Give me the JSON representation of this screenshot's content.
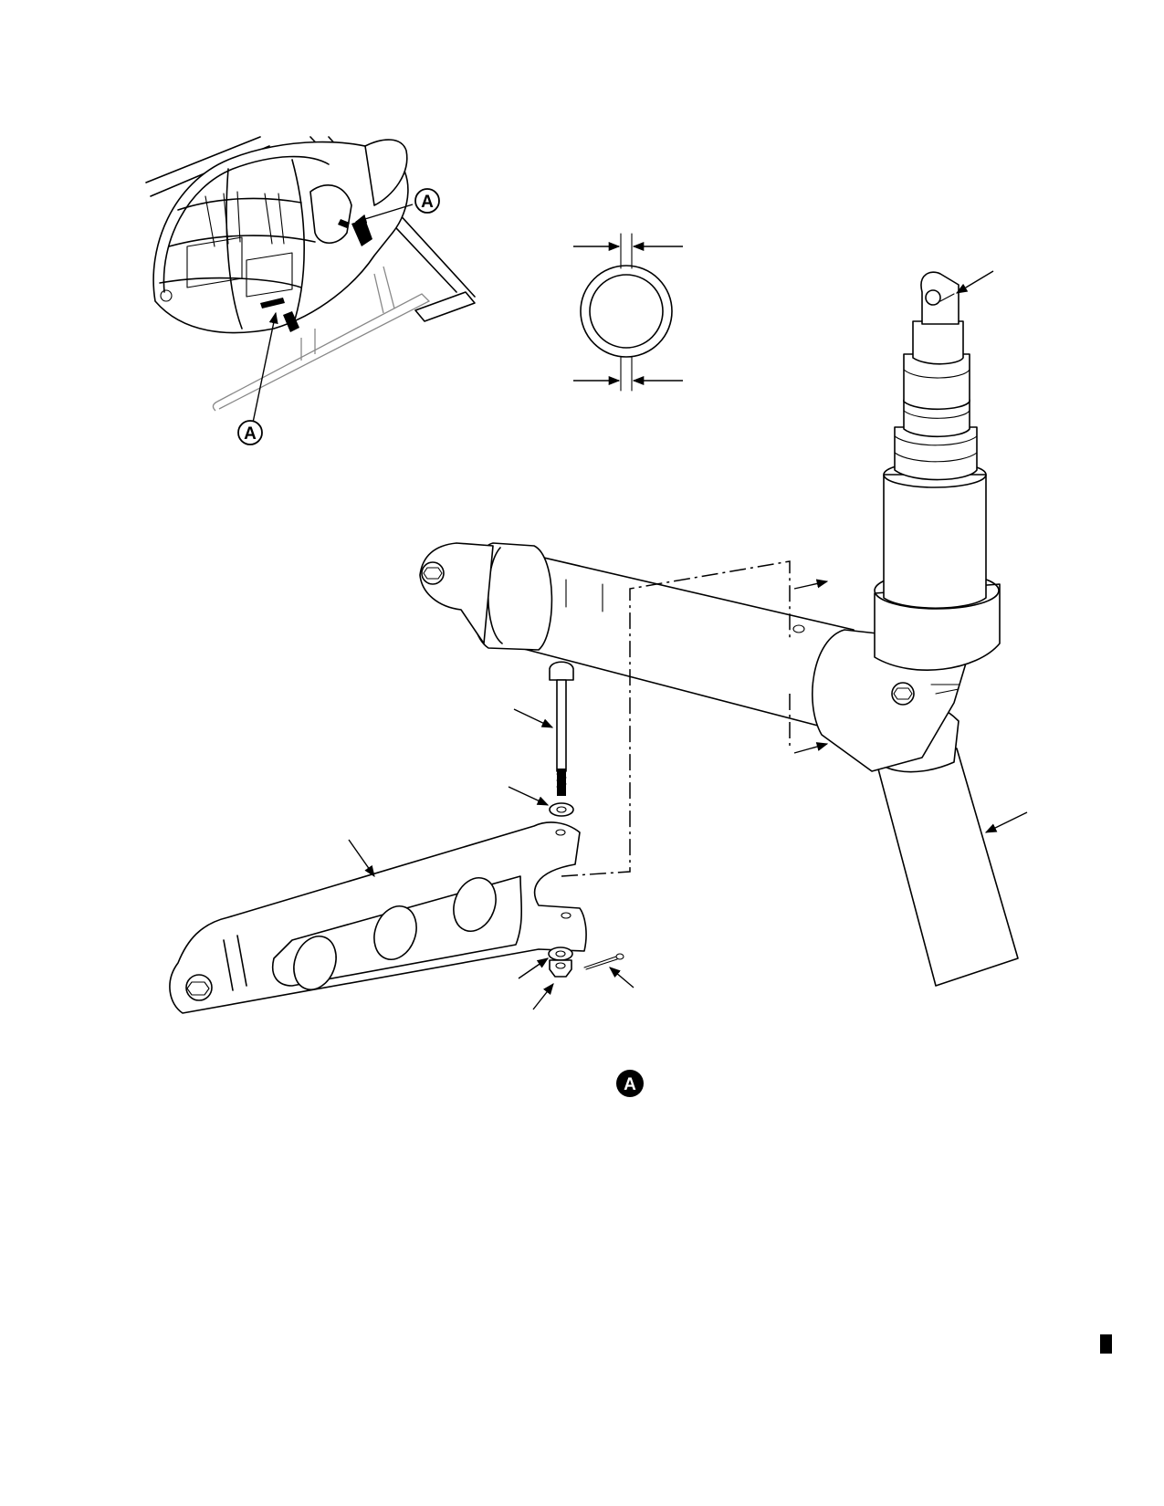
{
  "figure": {
    "callout_letter": "A",
    "locator_callouts": [
      "A",
      "A"
    ],
    "detail_label": "A"
  },
  "icons": {
    "callout": "circled-letter",
    "page_marker": "black-rectangle"
  }
}
